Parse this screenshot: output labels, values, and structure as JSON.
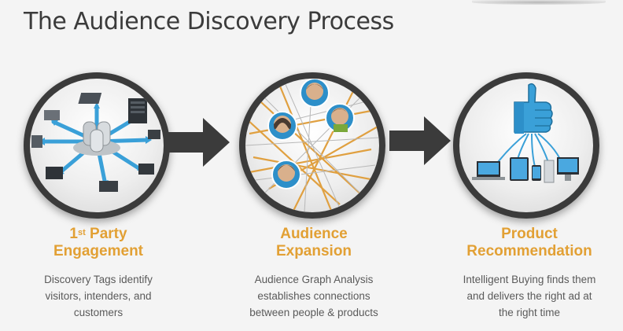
{
  "title": "The Audience Discovery Process",
  "colors": {
    "accent": "#e2a034",
    "dark": "#3b3b3b",
    "text": "#5a5a5a"
  },
  "steps": [
    {
      "title_prefix": "1",
      "title_sup": "st",
      "title_rest": " Party",
      "title_line2": "Engagement",
      "desc_line1": "Discovery Tags identify",
      "desc_line2": "visitors, intenders, and",
      "desc_line3": "customers",
      "icon": "server-network-icon"
    },
    {
      "title_line1": "Audience",
      "title_line2": "Expansion",
      "desc_line1": "Audience Graph Analysis",
      "desc_line2": "establishes connections",
      "desc_line3": "between people & products",
      "icon": "people-graph-icon"
    },
    {
      "title_line1": "Product",
      "title_line2": "Recommendation",
      "desc_line1": "Intelligent Buying finds them",
      "desc_line2": "and delivers the right ad at",
      "desc_line3": "the right time",
      "icon": "thumbs-up-devices-icon"
    }
  ]
}
